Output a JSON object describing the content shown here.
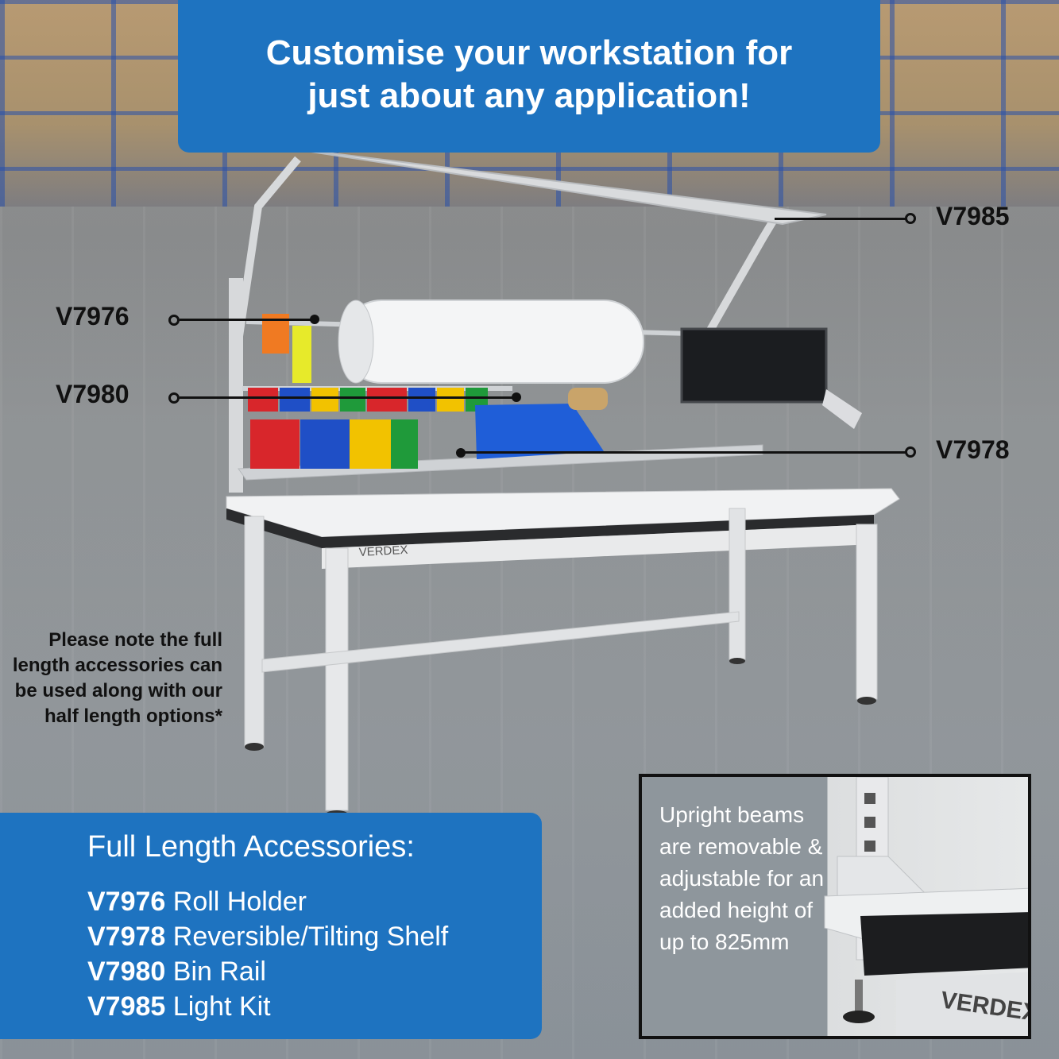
{
  "title": {
    "line1": "Customise your workstation for",
    "line2": "just about any application!"
  },
  "callouts": {
    "v7985": "V7985",
    "v7976": "V7976",
    "v7980": "V7980",
    "v7978": "V7978"
  },
  "brand": "VERDEX",
  "note": "Please note the full length accessories can be used along with our half length options*",
  "accessories": {
    "heading": "Full Length Accessories:",
    "items": [
      {
        "code": "V7976",
        "name": "Roll Holder"
      },
      {
        "code": "V7978",
        "name": "Reversible/Tilting Shelf"
      },
      {
        "code": "V7980",
        "name": "Bin Rail"
      },
      {
        "code": "V7985",
        "name": "Light Kit"
      }
    ]
  },
  "inset": {
    "text": "Upright beams are removable & adjustable for an added height of up to 825mm",
    "brand": "VERDEX"
  },
  "colors": {
    "brand_blue": "#1e73c0",
    "bin_red": "#d8262b",
    "bin_blue": "#1f4fc6",
    "bin_yellow": "#f2c200",
    "bin_green": "#1f9a3a"
  }
}
